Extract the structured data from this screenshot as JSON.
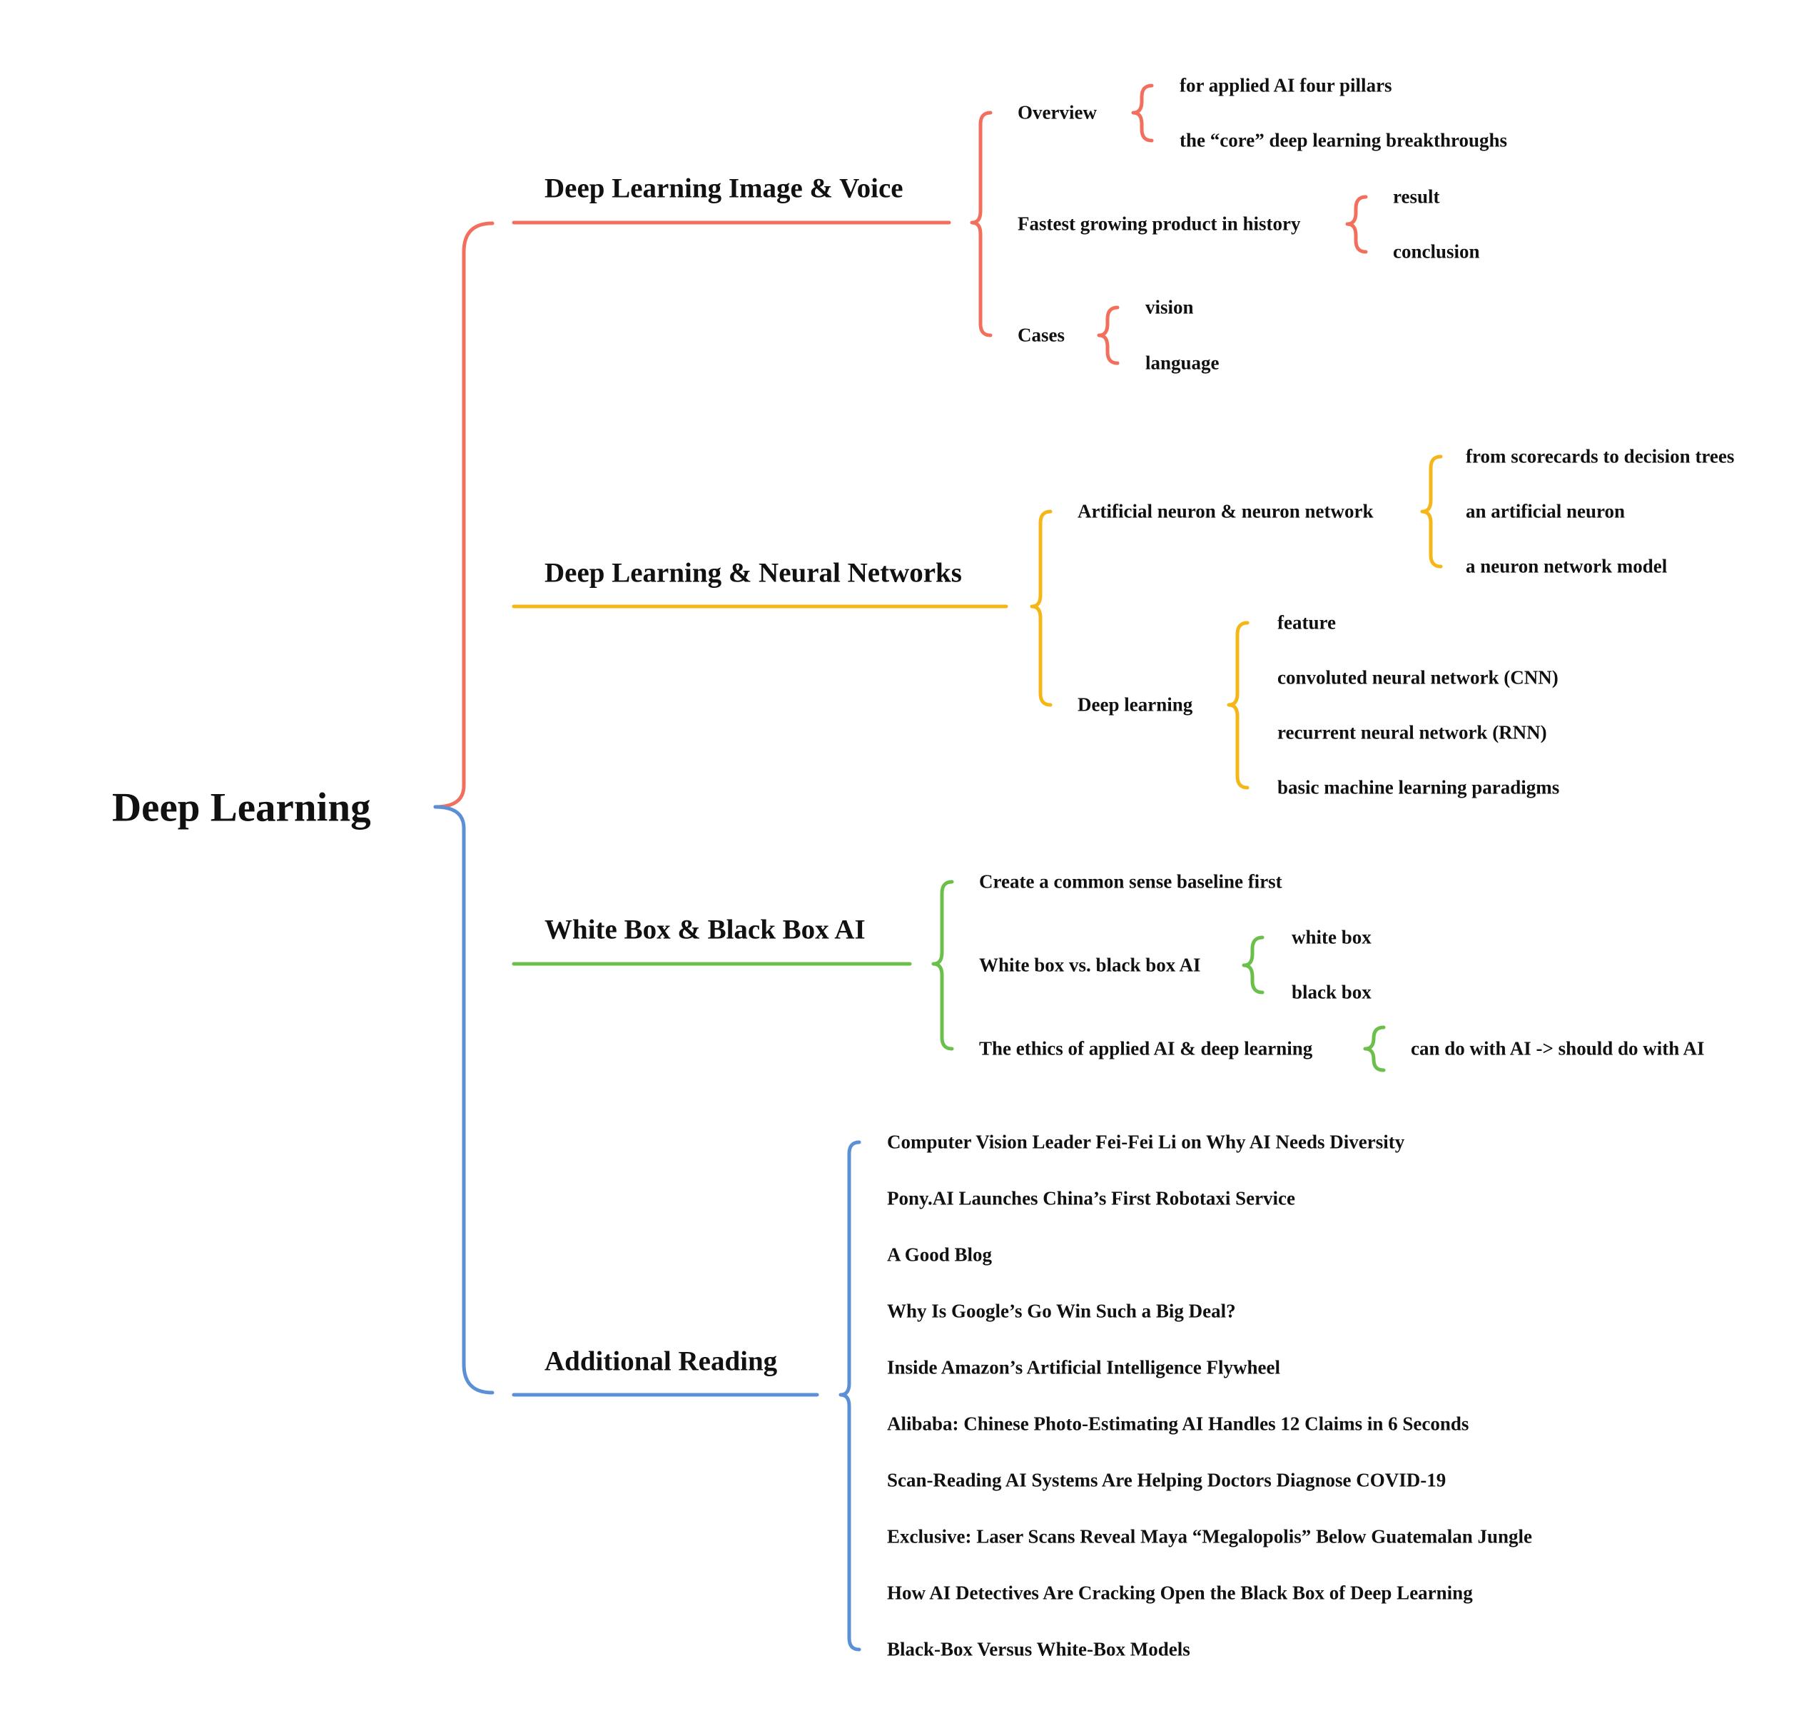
{
  "root": "Deep Learning",
  "colors": {
    "red": "#F26F5E",
    "yellow": "#F5B617",
    "green": "#6BC04B",
    "blue": "#5B8FD6"
  },
  "branches": [
    {
      "title": "Deep Learning Image & Voice",
      "color": "#F26F5E",
      "children": [
        {
          "label": "Overview",
          "children": [
            "for applied AI four pillars",
            "the “core” deep learning breakthroughs"
          ]
        },
        {
          "label": "Fastest growing product in history",
          "children": [
            "result",
            "conclusion"
          ]
        },
        {
          "label": "Cases",
          "children": [
            "vision",
            "language"
          ]
        }
      ]
    },
    {
      "title": "Deep Learning & Neural Networks",
      "color": "#F5B617",
      "children": [
        {
          "label": "Artificial neuron & neuron network",
          "children": [
            "from scorecards to decision trees",
            "an artificial neuron",
            "a neuron network model"
          ]
        },
        {
          "label": "Deep learning",
          "children": [
            "feature",
            "convoluted neural network (CNN)",
            "recurrent neural network (RNN)",
            "basic machine learning paradigms"
          ]
        }
      ]
    },
    {
      "title": "White Box & Black Box AI",
      "color": "#6BC04B",
      "children": [
        {
          "label": "Create a common sense baseline first",
          "children": []
        },
        {
          "label": "White box vs. black box AI",
          "children": [
            "white box",
            "black box"
          ]
        },
        {
          "label": "The ethics of applied AI & deep learning",
          "children": [
            "can do with AI -> should do with AI"
          ]
        }
      ]
    },
    {
      "title": "Additional Reading",
      "color": "#5B8FD6",
      "children": [
        {
          "label": "Computer Vision Leader Fei-Fei Li on Why AI Needs Diversity",
          "children": []
        },
        {
          "label": "Pony.AI Launches China’s First Robotaxi Service",
          "children": []
        },
        {
          "label": "A Good Blog",
          "children": []
        },
        {
          "label": "Why Is Google’s Go Win Such a Big Deal?",
          "children": []
        },
        {
          "label": "Inside Amazon’s Artificial Intelligence Flywheel",
          "children": []
        },
        {
          "label": "Alibaba: Chinese Photo-Estimating AI Handles 12 Claims in 6 Seconds",
          "children": []
        },
        {
          "label": "Scan-Reading AI Systems Are Helping Doctors Diagnose COVID-19",
          "children": []
        },
        {
          "label": "Exclusive: Laser Scans Reveal Maya “Megalopolis” Below Guatemalan Jungle",
          "children": []
        },
        {
          "label": "How AI Detectives Are Cracking Open the Black Box of Deep Learning",
          "children": []
        },
        {
          "label": "Black-Box Versus White-Box Models",
          "children": []
        }
      ]
    }
  ]
}
